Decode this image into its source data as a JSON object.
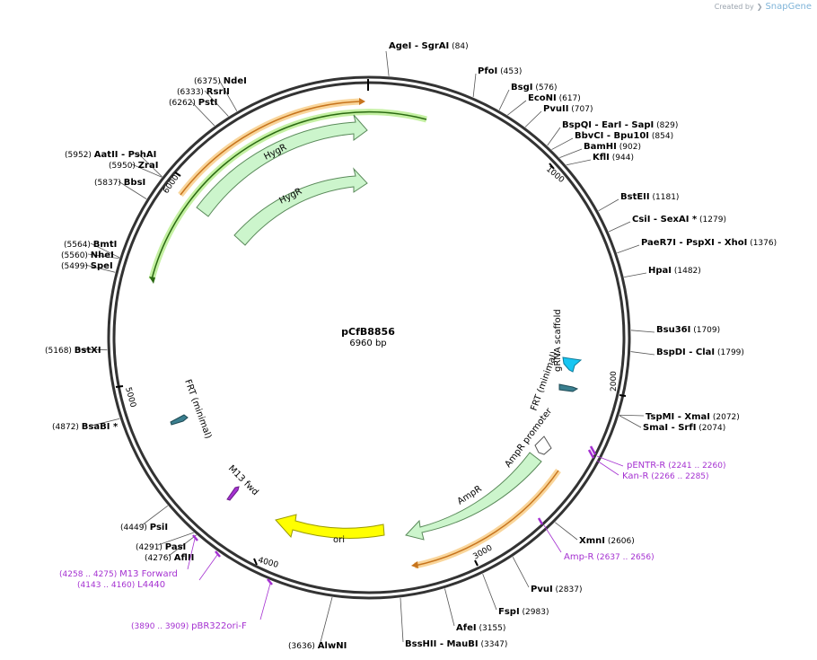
{
  "credit": {
    "created_by": "Created by",
    "brand": "SnapGene"
  },
  "plasmid": {
    "name": "pCfB8856",
    "size": "6960 bp",
    "length": 6960
  },
  "ticks": [
    "1000",
    "2000",
    "3000",
    "4000",
    "5000",
    "6000"
  ],
  "sites": [
    {
      "name": "AgeI",
      "extra": "- SgrAI",
      "pos": "(84)",
      "bp": 84
    },
    {
      "name": "PfoI",
      "extra": "",
      "pos": "(453)",
      "bp": 453
    },
    {
      "name": "BsgI",
      "extra": "",
      "pos": "(576)",
      "bp": 576
    },
    {
      "name": "EcoNI",
      "extra": "",
      "pos": "(617)",
      "bp": 617
    },
    {
      "name": "PvuII",
      "extra": "",
      "pos": "(707)",
      "bp": 707
    },
    {
      "name": "BspQI",
      "extra": "- EarI   - SapI",
      "pos": "(829)",
      "bp": 829
    },
    {
      "name": "BbvCI",
      "extra": "- Bpu10I",
      "pos": "(854)",
      "bp": 854
    },
    {
      "name": "BamHI",
      "extra": "",
      "pos": "(902)",
      "bp": 902
    },
    {
      "name": "KflI",
      "extra": "",
      "pos": "(944)",
      "bp": 944
    },
    {
      "name": "BstEII",
      "extra": "",
      "pos": "(1181)",
      "bp": 1181
    },
    {
      "name": "CsiI",
      "extra": "- SexAI *",
      "pos": "(1279)",
      "bp": 1279
    },
    {
      "name": "PaeR7I",
      "extra": "- PspXI   - XhoI",
      "pos": "(1376)",
      "bp": 1376
    },
    {
      "name": "HpaI",
      "extra": "",
      "pos": "(1482)",
      "bp": 1482
    },
    {
      "name": "Bsu36I",
      "extra": "",
      "pos": "(1709)",
      "bp": 1709
    },
    {
      "name": "BspDI",
      "extra": "- ClaI",
      "pos": "(1799)",
      "bp": 1799
    },
    {
      "name": "TspMI",
      "extra": "- XmaI",
      "pos": "(2072)",
      "bp": 2072
    },
    {
      "name": "SmaI",
      "extra": "- SrfI",
      "pos": "(2074)",
      "bp": 2074
    },
    {
      "name": "XmnI",
      "extra": "",
      "pos": "(2606)",
      "bp": 2606
    },
    {
      "name": "PvuI",
      "extra": "",
      "pos": "(2837)",
      "bp": 2837
    },
    {
      "name": "FspI",
      "extra": "",
      "pos": "(2983)",
      "bp": 2983
    },
    {
      "name": "AfeI",
      "extra": "",
      "pos": "(3155)",
      "bp": 3155
    },
    {
      "name": "BssHII",
      "extra": "- MauBI",
      "pos": "(3347)",
      "bp": 3347
    },
    {
      "name": "AlwNI",
      "extra": "",
      "pos": "(3636)",
      "bp": 3636
    },
    {
      "name": "PsiI",
      "extra": "",
      "pos": "(4449)",
      "bp": 4449
    },
    {
      "name": "PasI",
      "extra": "",
      "pos": "(4291)",
      "bp": 4291
    },
    {
      "name": "AflII",
      "extra": "",
      "pos": "(4276)",
      "bp": 4276
    },
    {
      "name": "BsaBI",
      "extra": "*",
      "pos": "(4872)",
      "bp": 4872
    },
    {
      "name": "BstXI",
      "extra": "",
      "pos": "(5168)",
      "bp": 5168
    },
    {
      "name": "SpeI",
      "extra": "",
      "pos": "(5499)",
      "bp": 5499
    },
    {
      "name": "NheI",
      "extra": "",
      "pos": "(5560)",
      "bp": 5560
    },
    {
      "name": "BmtI",
      "extra": "",
      "pos": "(5564)",
      "bp": 5564
    },
    {
      "name": "BbsI",
      "extra": "",
      "pos": "(5837)",
      "bp": 5837
    },
    {
      "name": "ZraI",
      "extra": "",
      "pos": "(5950)",
      "bp": 5950
    },
    {
      "name": "AatII",
      "extra": "- PshAI",
      "pos": "(5952)",
      "bp": 5952
    },
    {
      "name": "PstI",
      "extra": "",
      "pos": "(6262)",
      "bp": 6262
    },
    {
      "name": "RsrII",
      "extra": "",
      "pos": "(6333)",
      "bp": 6333
    },
    {
      "name": "NdeI",
      "extra": "",
      "pos": "(6375)",
      "bp": 6375
    }
  ],
  "primers": [
    {
      "name": "pENTR-R",
      "range": "(2241 .. 2260)"
    },
    {
      "name": "Kan-R",
      "range": "(2266 .. 2285)"
    },
    {
      "name": "Amp-R",
      "range": "(2637 .. 2656)"
    },
    {
      "name": "pBR322ori-F",
      "range": "(3890 .. 3909)"
    },
    {
      "name": "L4440",
      "range": "(4143 .. 4160)"
    },
    {
      "name": "M13 Forward",
      "range": "(4258 .. 4275)"
    }
  ],
  "features": [
    {
      "name": "HygR",
      "color": "#ccf5cc"
    },
    {
      "name": "HygR",
      "color": "#ccf5cc"
    },
    {
      "name": "gRNA scaffold",
      "color": "#17c6f2"
    },
    {
      "name": "FRT (minimal)",
      "color": "#3a7f8f"
    },
    {
      "name": "AmpR promoter",
      "color": "#ffffff"
    },
    {
      "name": "AmpR",
      "color": "#ccf5cc"
    },
    {
      "name": "ori",
      "color": "#ffff00"
    },
    {
      "name": "M13 fwd",
      "color": "#a531d1"
    },
    {
      "name": "FRT (minimal)",
      "color": "#3a7f8f"
    }
  ],
  "colors": {
    "backbone": "#333333",
    "primer": "#a531d1",
    "orange_orf": "#f0a33a",
    "green_orf": "#2b6a12"
  }
}
